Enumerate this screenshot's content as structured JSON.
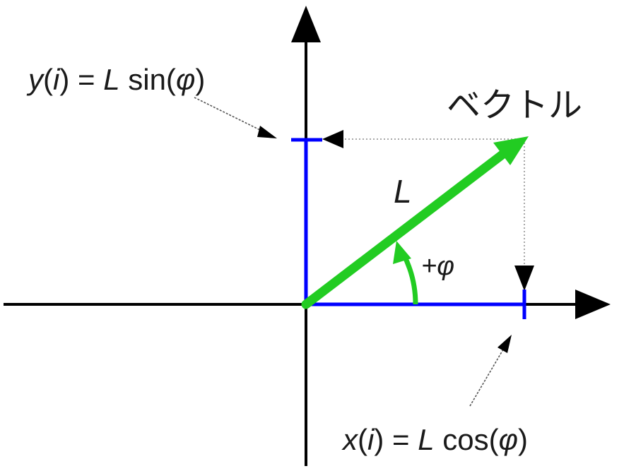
{
  "labels": {
    "y_formula": {
      "lhs_var": "y",
      "arg": "i",
      "mid": " = ",
      "L": "L",
      "func": " sin(",
      "phi": "φ",
      "close": ")"
    },
    "x_formula": {
      "lhs_var": "x",
      "arg": "i",
      "mid": " = ",
      "L": "L",
      "func": " cos(",
      "phi": "φ",
      "close": ")"
    },
    "vector_word": "ベクトル",
    "vector_length": "L",
    "angle": "+φ"
  },
  "colors": {
    "axes": "#000000",
    "vector": "#22cc22",
    "projection": "#0000ff",
    "guide": "#a8a8a8",
    "text": "#1a1a1a"
  }
}
